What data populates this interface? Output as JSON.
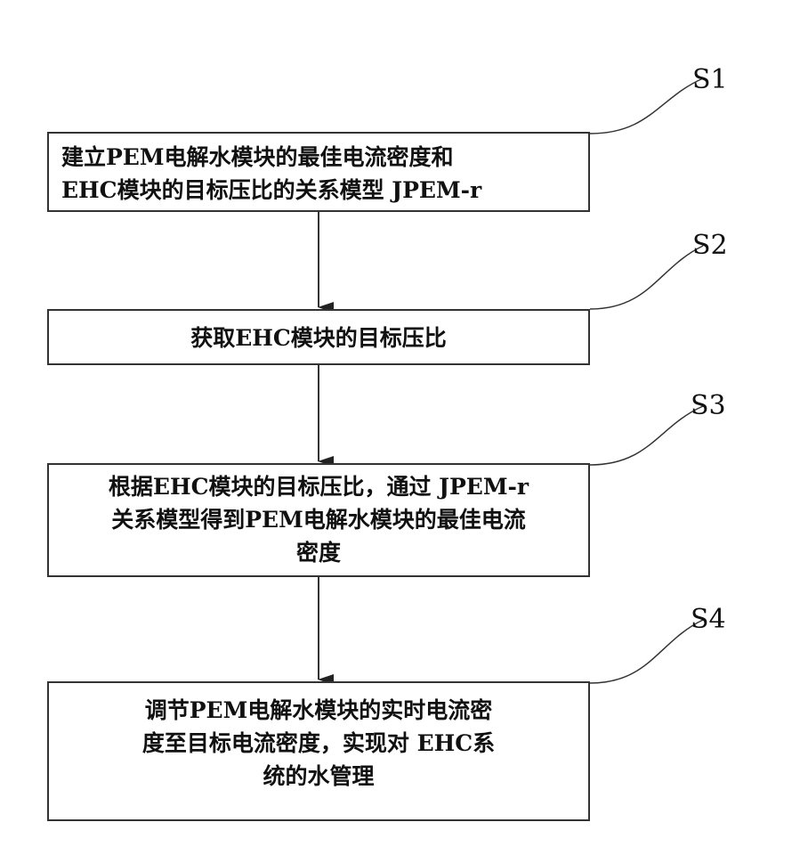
{
  "steps": [
    {
      "id": "S1",
      "lines": [
        "建立PEM电解水模块的最佳电流密度和",
        "EHC模块的目标压比的关系模型 JPEM-r"
      ]
    },
    {
      "id": "S2",
      "lines": [
        "获取EHC模块的目标压比"
      ]
    },
    {
      "id": "S3",
      "lines": [
        "根据EHC模块的目标压比，通过 JPEM-r",
        "关系模型得到PEM电解水模块的最佳电流",
        "密度"
      ]
    },
    {
      "id": "S4",
      "lines": [
        "调节PEM电解水模块的实时电流密",
        "度至目标电流密度，实现对 EHC系",
        "统的水管理"
      ]
    }
  ],
  "colors": {
    "line": "#333333",
    "text": "#111111",
    "background": "#ffffff"
  }
}
